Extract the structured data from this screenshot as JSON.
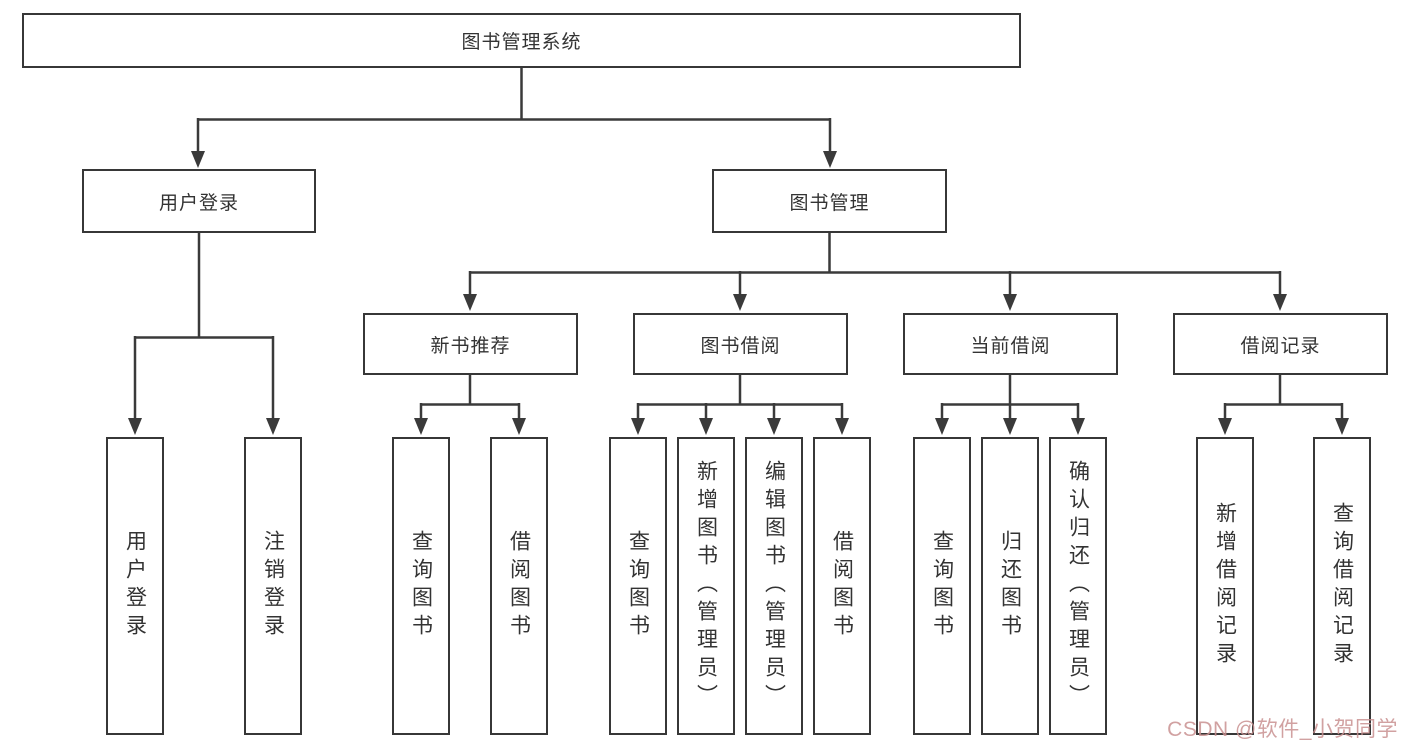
{
  "tree": {
    "label": "图书管理系统",
    "children": [
      {
        "label": "用户登录",
        "children": [
          {
            "label": "用户登录"
          },
          {
            "label": "注销登录"
          }
        ]
      },
      {
        "label": "图书管理",
        "children": [
          {
            "label": "新书推荐",
            "children": [
              {
                "label": "查询图书"
              },
              {
                "label": "借阅图书"
              }
            ]
          },
          {
            "label": "图书借阅",
            "children": [
              {
                "label": "查询图书"
              },
              {
                "label": "新增图书（管理员）"
              },
              {
                "label": "编辑图书（管理员）"
              },
              {
                "label": "借阅图书"
              }
            ]
          },
          {
            "label": "当前借阅",
            "children": [
              {
                "label": "查询图书"
              },
              {
                "label": "归还图书"
              },
              {
                "label": "确认归还（管理员）"
              }
            ]
          },
          {
            "label": "借阅记录",
            "children": [
              {
                "label": "新增借阅记录"
              },
              {
                "label": "查询借阅记录"
              }
            ]
          }
        ]
      }
    ]
  },
  "watermark": {
    "text": "CSDN @软件_小贺同学",
    "color": "#c99191"
  },
  "colors": {
    "line": "#3a3a3a",
    "box_border": "#373737",
    "text": "#333333",
    "background": "#ffffff"
  }
}
